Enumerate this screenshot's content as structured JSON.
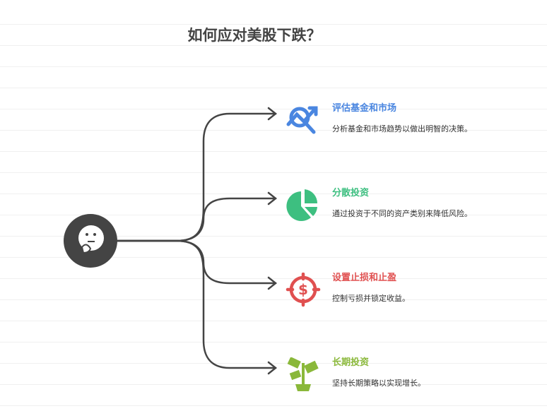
{
  "title": "如何应对美股下跌？",
  "center_icon": "thinking-face-icon",
  "branches": [
    {
      "title": "评估基金和市场",
      "desc": "分析基金和市场趋势以做出明智的决策。",
      "icon": "chart-search-icon",
      "color": "#4a86e0"
    },
    {
      "title": "分散投资",
      "desc": "通过投资于不同的资产类别来降低风险。",
      "icon": "pie-chart-icon",
      "color": "#3dbf80"
    },
    {
      "title": "设置止损和止盈",
      "desc": "控制亏损并锁定收益。",
      "icon": "dollar-target-icon",
      "color": "#e05050"
    },
    {
      "title": "长期投资",
      "desc": "坚持长期策略以实现增长。",
      "icon": "money-plant-icon",
      "color": "#8ab83a"
    }
  ]
}
